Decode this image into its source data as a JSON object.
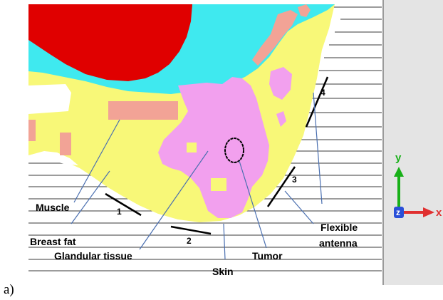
{
  "figure": {
    "caption": "a)",
    "colors": {
      "fat": "#f8f878",
      "glandular": "#f2a0ee",
      "muscle_tissue": "#f2a396",
      "red_region": "#e00000",
      "cyan_region": "#3fe9ef",
      "background_light": "#ffffff",
      "panel_gray": "#e4e4e4",
      "pointer_line": "#4a6fb0",
      "tumor_outline": "#000000"
    },
    "labels": {
      "muscle": "Muscle",
      "breast_fat": "Breast fat",
      "glandular_tissue": "Glandular tissue",
      "skin": "Skin",
      "tumor": "Tumor",
      "flexible": "Flexible",
      "antenna": "antenna"
    },
    "antennas": [
      "1",
      "2",
      "3",
      "4"
    ],
    "axes": {
      "y": "y",
      "x": "x",
      "z": "z",
      "y_color": "#18b018",
      "x_color": "#e03030",
      "z_color": "#2a4fd8"
    }
  }
}
